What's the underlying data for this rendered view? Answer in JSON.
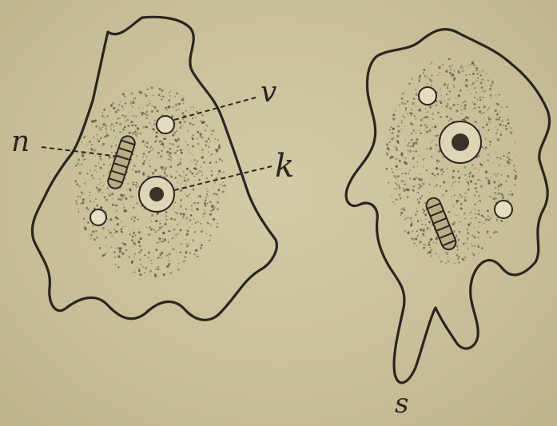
{
  "figure": {
    "labels": {
      "n": "n",
      "v": "v",
      "k": "k",
      "s": "s"
    },
    "colors": {
      "paper": "#c9c09a",
      "ink": "#2a2620",
      "stipple": "#5a5040"
    },
    "cells": [
      "amoeba-left",
      "amoeba-right"
    ]
  }
}
